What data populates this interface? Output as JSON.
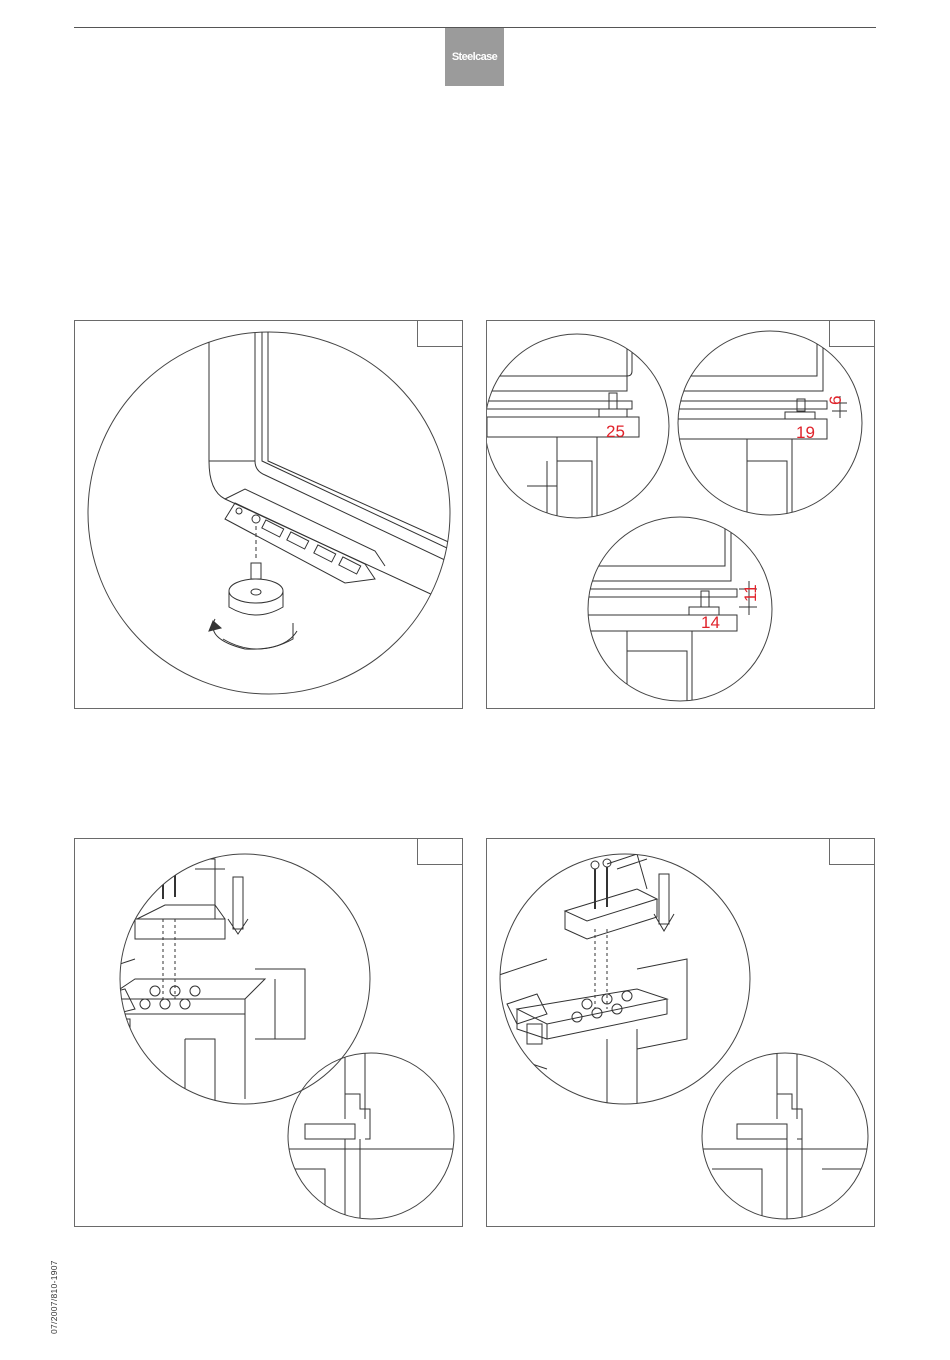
{
  "header": {
    "logo_text": "Steelcase",
    "logo_color": "#9b9b9b"
  },
  "panels": [
    {
      "id": "panel-1",
      "content": "glide-adjustment"
    },
    {
      "id": "panel-2",
      "content": "height-options",
      "dimensions": {
        "a": "25",
        "b": "19",
        "c": "6",
        "d": "14",
        "e": "11"
      },
      "dimension_color": "#e0232b"
    },
    {
      "id": "panel-3",
      "content": "connector-bracket-a"
    },
    {
      "id": "panel-4",
      "content": "connector-bracket-b"
    }
  ],
  "footer": {
    "doc_code": "07/2007/810-1907"
  }
}
